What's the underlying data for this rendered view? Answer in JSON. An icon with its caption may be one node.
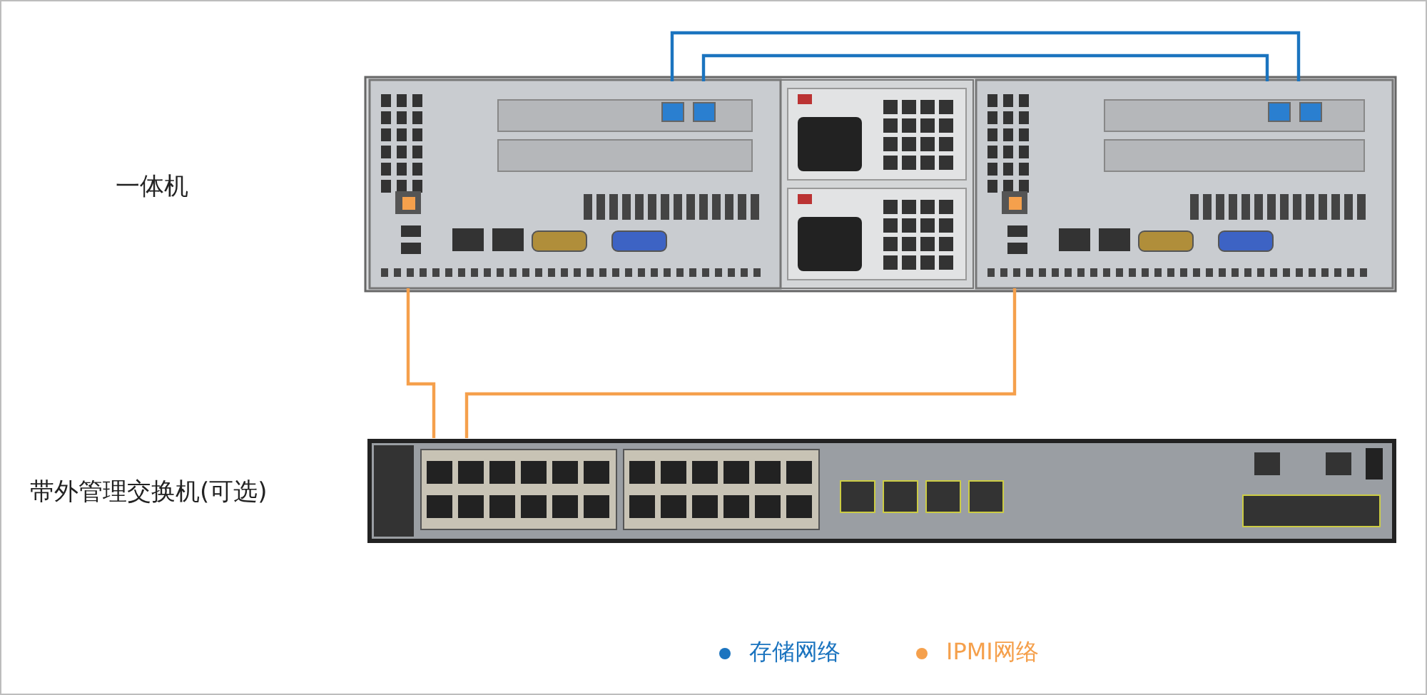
{
  "diagram": {
    "nodes": [
      {
        "text": [],
        "shape": "picture"
      },
      {
        "text": [],
        "shape": "picture",
        "in": 0
      },
      {
        "text": [],
        "shape": "picture",
        "in": 0
      },
      {
        "text": [],
        "shape": "picture"
      }
    ],
    "labels": [
      "一体机",
      "带外管理交换机(可选)"
    ],
    "edges": [
      {
        "from": 1,
        "to": 2,
        "arrow": "none",
        "color": "#1b74bf"
      },
      {
        "from": 1,
        "to": 2,
        "arrow": "none",
        "color": "#1b74bf"
      },
      {
        "from": 1,
        "to": 3,
        "arrow": "none",
        "color": "#f5a04c"
      },
      {
        "from": 2,
        "to": 3,
        "arrow": "none",
        "color": "#f5a04c"
      }
    ],
    "legend": [
      {
        "text": "存储网络",
        "color": "#1b74bf"
      },
      {
        "text": "IPMI网络",
        "color": "#f5a04c"
      }
    ]
  }
}
